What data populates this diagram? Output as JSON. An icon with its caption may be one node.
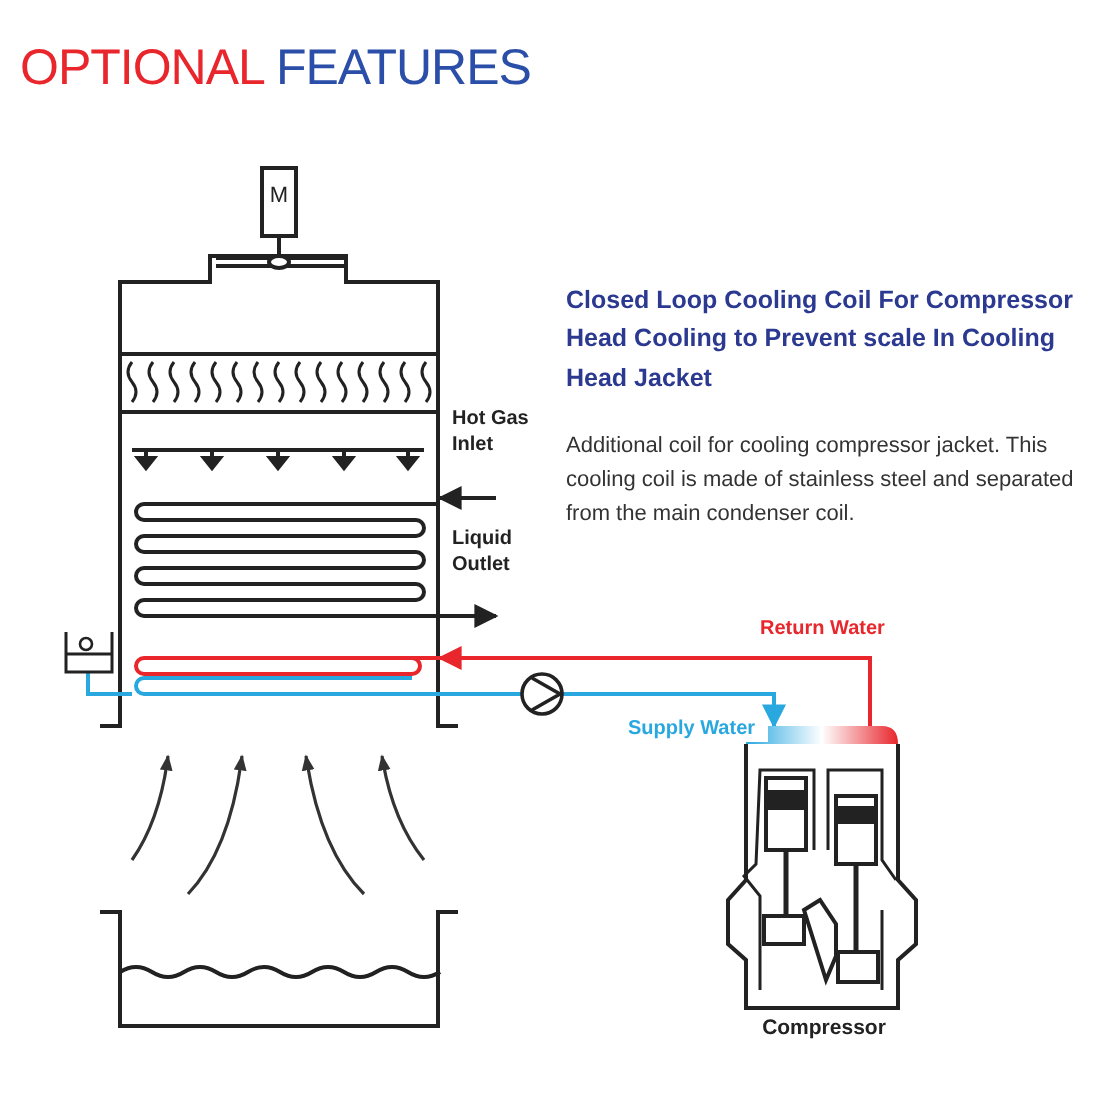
{
  "diagram": {
    "title": "OPTIONAL FEATURES",
    "nodes": [
      {
        "text": [],
        "shape": "box"
      },
      {
        "text": [
          "Compressor"
        ]
      }
    ],
    "edges": [
      {
        "from": 1,
        "to": 0,
        "arrow": "to",
        "label": "Return Water",
        "color": "#e8262c"
      },
      {
        "from": 0,
        "to": 1,
        "arrow": "to",
        "label": "Supply Water",
        "color": "#29a8e0"
      },
      {
        "from": null,
        "to": 0,
        "arrow": "to",
        "label": "Hot Gas Inlet"
      },
      {
        "from": 0,
        "to": null,
        "arrow": "to",
        "label": "Liquid Outlet"
      }
    ],
    "labels": [
      "M",
      "Closed Loop Cooling Coil For Compressor Head Cooling to Prevent scale In Cooling Head Jacket",
      "Additional coil for cooling compressor jacket. This cooling coil is made of stainless steel and separated from the main condenser coil."
    ]
  }
}
